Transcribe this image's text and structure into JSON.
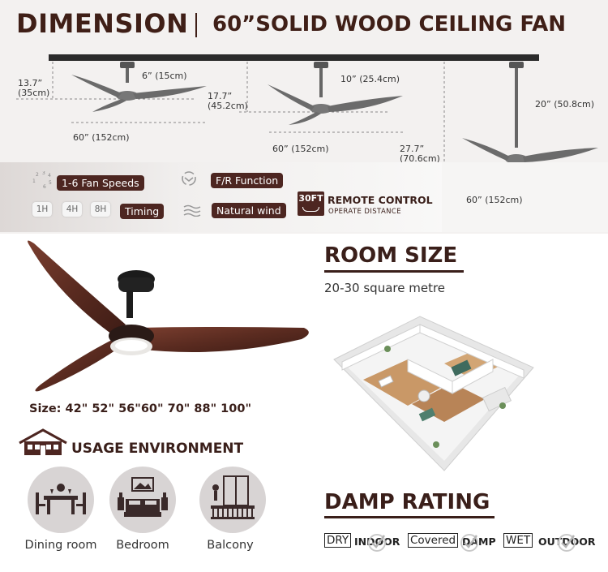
{
  "header": {
    "title": "DIMENSION",
    "subtitle": "60”SOLID WOOD CEILING FAN"
  },
  "dimensions": {
    "fan1": {
      "downrod": "6” (15cm)",
      "height_in": "13.7”",
      "height_cm": "(35cm)",
      "width": "60” (152cm)"
    },
    "fan2": {
      "downrod": "10” (25.4cm)",
      "height_in": "17.7”",
      "height_cm": "(45.2cm)",
      "width": "60” (152cm)"
    },
    "fan3": {
      "downrod": "20” (50.8cm)",
      "height_in": "27.7”",
      "height_cm": "(70.6cm)",
      "width": "60” (152cm)"
    }
  },
  "features": {
    "speeds": "1-6 Fan Speeds",
    "fr": "F/R Function",
    "timing": "Timing",
    "natural": "Natural wind",
    "timers": [
      "1H",
      "4H",
      "8H"
    ],
    "remote_badge": "30FT",
    "remote_title": "REMOTE CONTROL",
    "remote_sub": "OPERATE DISTANCE"
  },
  "sizes": "Size: 42\" 52\" 56\"60\" 70\" 88\" 100\"",
  "usage": {
    "title": "USAGE ENVIRONMENT",
    "items": [
      "Dining room",
      "Bedroom",
      "Balcony"
    ]
  },
  "room": {
    "title": "ROOM SIZE",
    "desc": "20-30 square metre"
  },
  "damp": {
    "title": "DAMP RATING",
    "ratings": [
      {
        "box": "DRY",
        "label": "INDOOR"
      },
      {
        "box": "Covered",
        "label": "DAMP"
      },
      {
        "box": "WET",
        "label": "OUTDOOR"
      }
    ]
  },
  "colors": {
    "brand": "#4d2621",
    "text": "#3a1f1a",
    "wood": "#5a2e24"
  }
}
